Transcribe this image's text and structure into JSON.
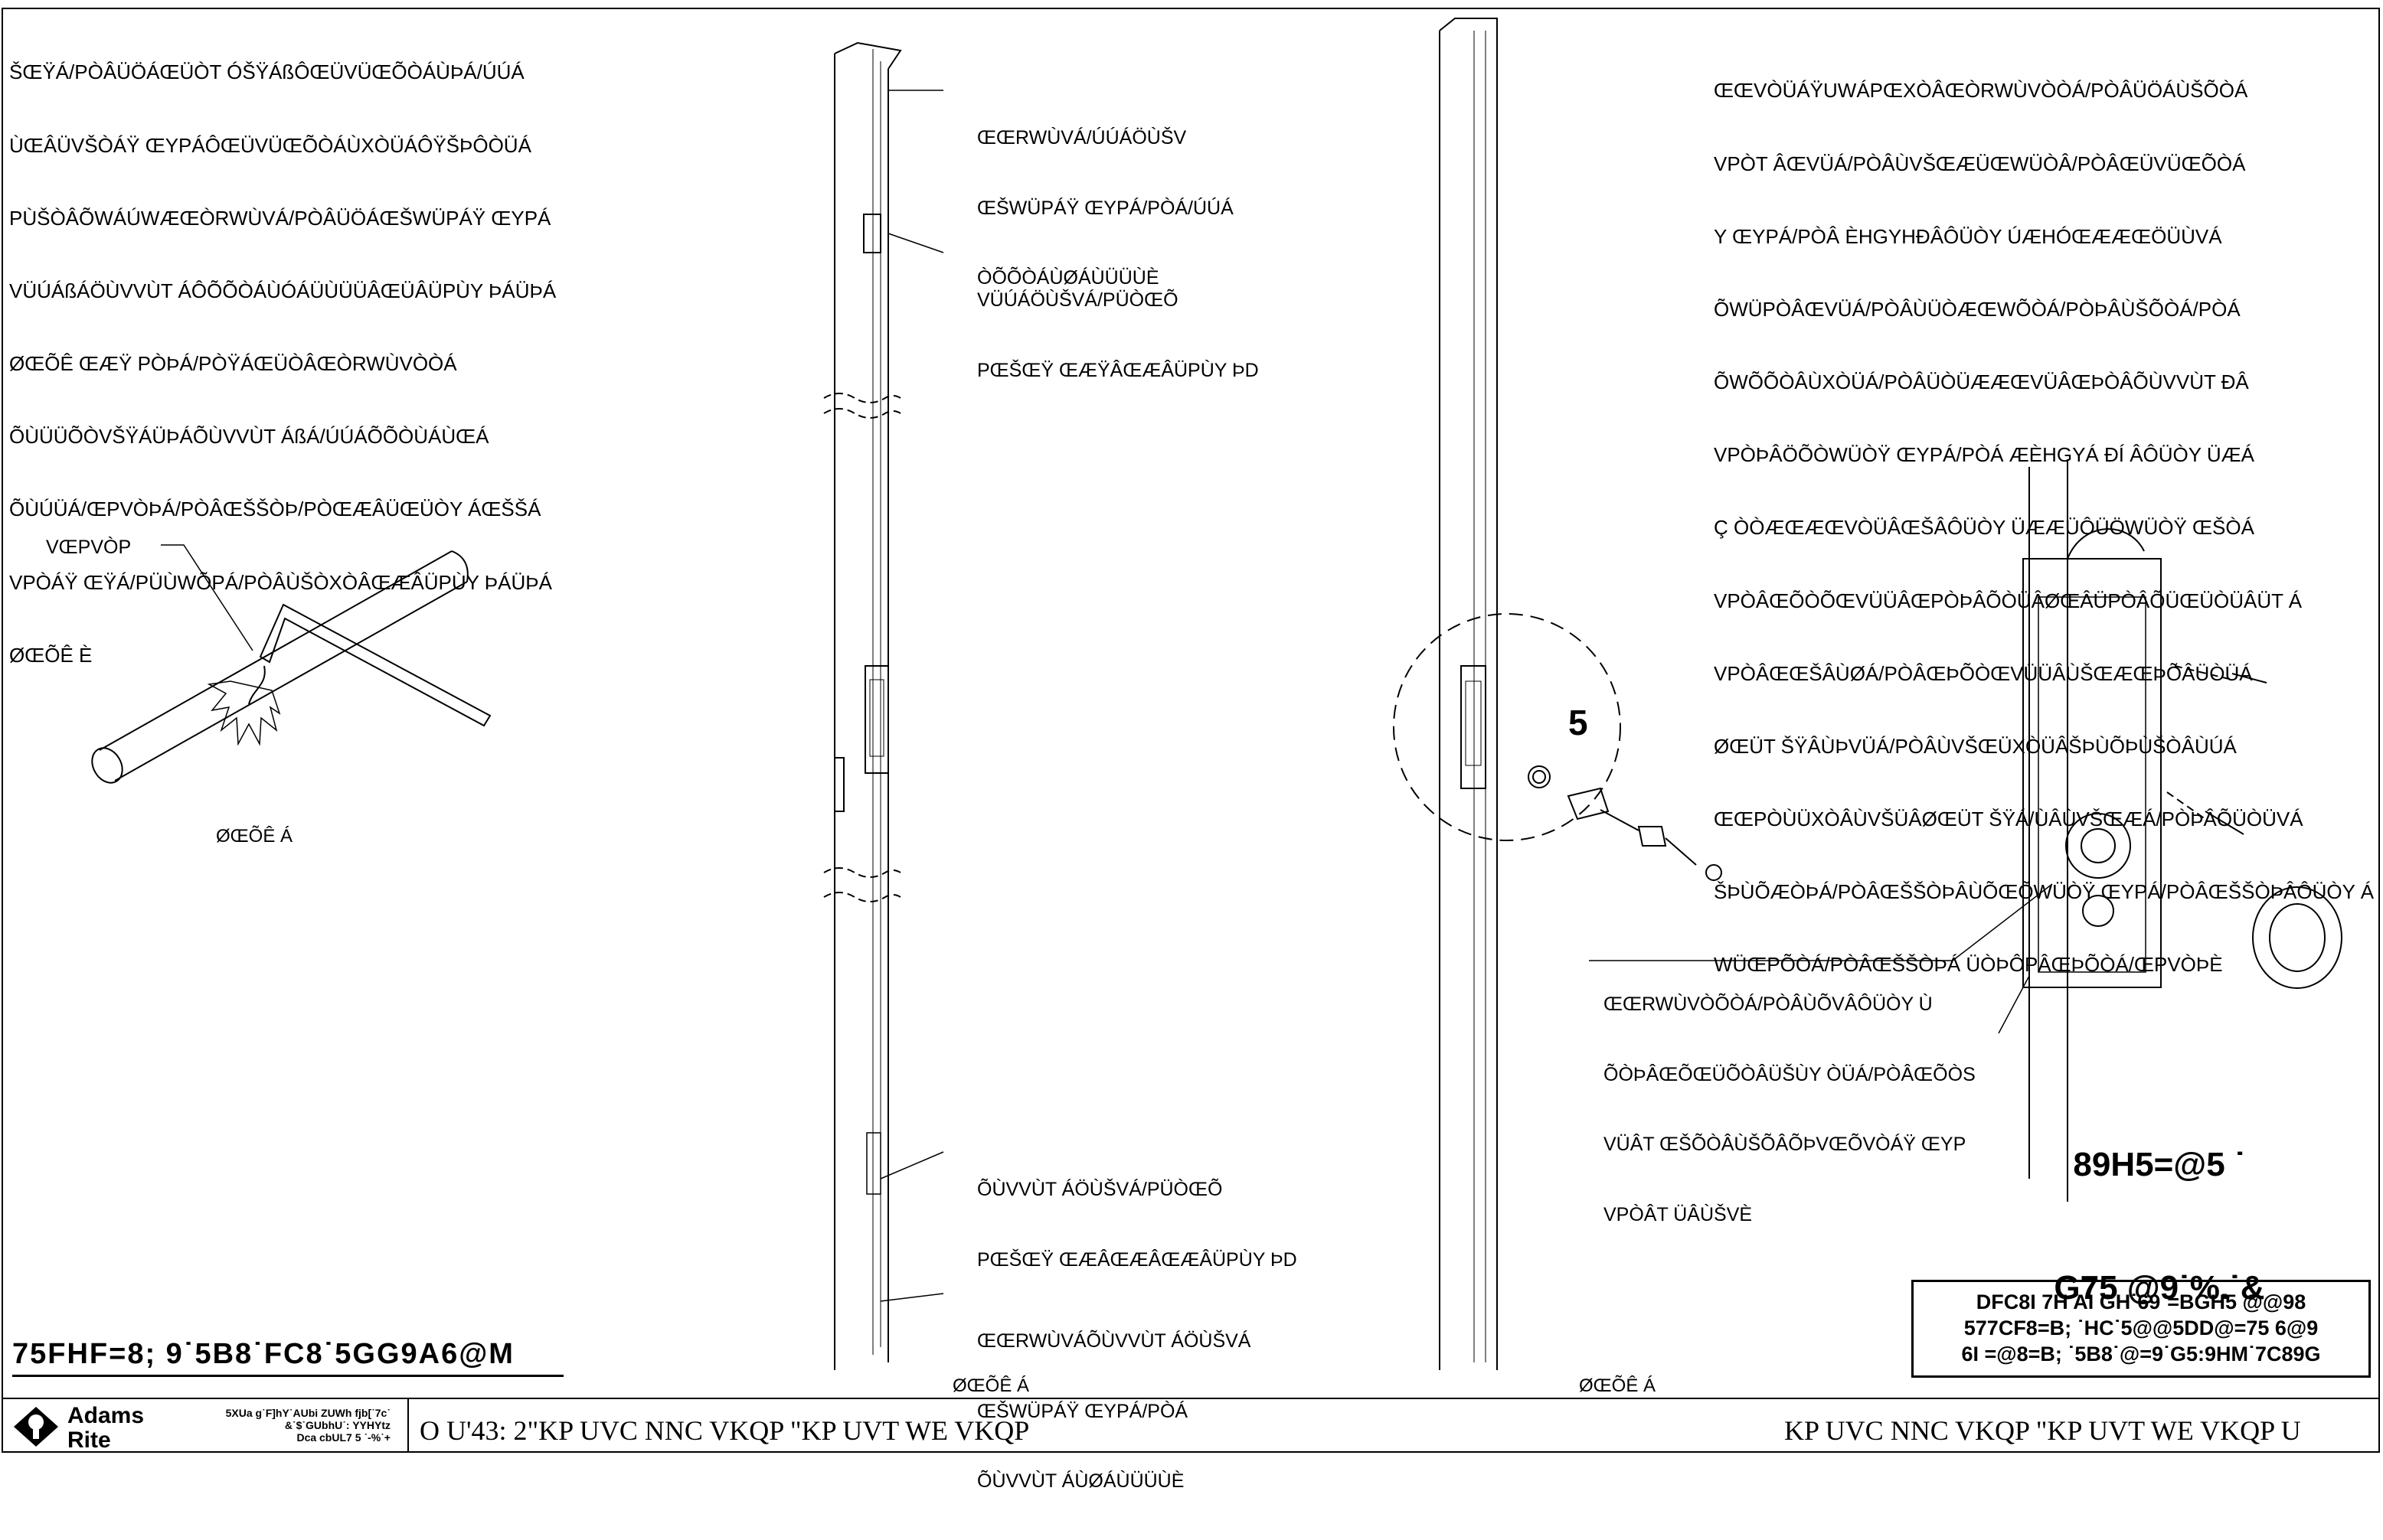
{
  "header": {
    "top_left_paragraph": [
      "ŠŒŸÁ/PÒÂÜÖÁŒÜÒT ÓŠŸÁßÔŒÜVÜŒÕÒÁÙÞÁ/ÚÚÁ",
      "ÙŒÂÜVŠÒÁŸ ŒYPÁÔŒÜVÜŒÕÒÁÙXÒÜÁÔŸŠÞÔÒÜÁ",
      "PÙŠÒÂÕWÁÚWÆŒÒRWÙVÁ/PÒÂÜÖÁŒŠWÜPÁŸ ŒYPÁ",
      "VÜÚÁßÁÖÙVVÙT ÁÔÕÕÒÁÙÓÁÜÙÜÜÂŒÜÂÜPÙY ÞÁÜÞÁ",
      "ØŒÕÊ ŒÆŸ PÒÞÁ/PÒŸÁŒÜÒÂŒÒRWÙVÒÒÁ",
      "ÕÙÜÜÕÒVŠŸÁÜÞÁÕÙVVÙT ÁßÁ/ÚÚÁÕÕÒÙÁÙŒÁ",
      "ÕÙÚÜÁ/ŒPVÒÞÁ/PÒÂŒŠŠÒÞ/PÒŒÆÂÜŒÜÒY ÁŒŠŠÁ",
      "VPÒÁŸ ŒŸÁ/PÜÙWÕPÁ/PÒÂÙŠÒXÒÂŒÆÂÜPÙY ÞÁÜÞÁ",
      "ØŒÕÊ È"
    ],
    "top_right_paragraph": [
      "ŒŒVÒÜÁŸUWÁPŒXÒÂŒÒRWÙVÒÒÁ/PÒÂÜÖÁÙŠÕÒÁ",
      "VPÒT ÂŒVÜÁ/PÒÂÙVŠŒÆÜŒWÜÒÂ/PÒÂŒÜVÜŒÕÒÁ",
      "Y ŒYPÁ/PÒÂ ÈHGYHÐÂÔÜÒY ÚÆHÓŒÆÆŒÖÜÙVÁ",
      "ÕWÜPÒÂŒVÜÁ/PÒÂÙÜÒÆŒWÕÒÁ/PÒÞÂÙŠÕÒÁ/PÒÁ",
      "ÕWÕÕÒÂÙXÒÜÁ/PÒÂÜÒÜÆÆŒVÜÂŒÞÒÂÕÙVVÙT ÐÂ",
      "VPÒÞÂÖÕÒWÜÒŸ ŒYPÁ/PÒÁ ÆÈHGYÁ ÐÍ ÂÔÜÒY ÜÆÁ",
      "Ç ÒÒÆŒÆŒVÒÜÂŒŠÂÔÜÒY ÜÆÆÜÔÜÖWÜÒŸ ŒŠÒÁ",
      "VPÒÂŒÕÒÕŒVÜÜÂŒPÒÞÂÕÒÜÂØŒÂÜPÒÂÕÜŒÜÒÜÂÜT Á",
      "VPÒÂŒŒŠÂÙØÁ/PÒÂŒÞÕÒŒVÜÜÂÙŠŒÆŒÞÕÂÜÒÜÁ",
      "ØŒÜT ŠŸÂÙÞVÜÁ/PÒÂÙVŠŒÜXÒÜÂŠÞÙÕÞÙŠÒÂÙÚÁ",
      "ŒŒPÒÙÜXÒÂÙVŠÜÂØŒÜT ŠŸÁ/ÙÂÙVŠŒÆÁ/PÒÞÂÕÜÒÜVÁ",
      "ŠÞÙÕÆÒÞÁ/PÒÂŒŠŠÒÞÂÙÕŒÕWÜÒŸ ŒYPÁ/PÒÂŒŠŠÒÞÂÔÜÒY Á",
      "WÜŒPÕÒÁ/PÒÂŒŠŠÒÞÁ ÜÒÞÔPÂŒÞÕÒÁ/ŒPVÒÞÈ"
    ]
  },
  "figure1": {
    "label_tool": "VŒPVÒP",
    "caption": "ØŒÕÊ Á"
  },
  "figure2": {
    "callout_top": [
      "ŒŒRWÙVÁ/ÚÚÁÖÙŠV",
      "ŒŠWÜPÁŸ ŒYPÁ/PÒÁ/ÚÚÁ",
      "ÒÕÕÒÁÙØÁÙÜÜÙÈ"
    ],
    "callout_mid": [
      "VÜÚÁÖÙŠVÁ/PÜÒŒÕ",
      "PŒŠŒŸ ŒÆŸÂŒÆÂÜPÙY ÞD"
    ],
    "callout_low": [
      "ÕÙVVÙT ÁÖÙŠVÁ/PÜÒŒÕ",
      "PŒŠŒŸ ŒÆÂŒÆÂŒÆÂÜPÙY ÞD"
    ],
    "callout_bot": [
      "ŒŒRWÙVÁÕÙVVÙT ÁÖÙŠVÁ",
      "ŒŠWÜPÁŸ ŒYPÁ/PÒÁ",
      "ÕÙVVÙT ÁÙØÁÙÜÜÙÈ"
    ],
    "caption": "ØŒÕÊ Á"
  },
  "figure3": {
    "detail_letter": "5",
    "callout_detail": [
      "ŒŒRWÙVÒÕÒÁ/PÒÂÙÕVÂÔÜÒY Ù",
      "ÕÒÞÂŒÕŒÜÕÒÂÜŠÙY ÒÜÁ/PÒÂŒÕÒS",
      "VÜÂT ŒŠÕÒÂÙŠÕÂÕÞVŒÕVÒÁŸ ŒYP",
      "VPÒÂT ÜÂÙŠVÈ"
    ],
    "caption": "ØŒÕÊ Á"
  },
  "detail_caption": [
    "89H5=@5 ˙",
    "G75 @9˙%.˙&"
  ],
  "cert_box": [
    "DFC8I 7H AI GH˙69˙=BGH5 @@98",
    "577CF8=B; ˙HC˙5@@5DD@=75 6@9",
    "6I =@8=B; ˙5B8˙@=9˙G5:9HM˙7C89G"
  ],
  "bottom_title": "75FHF=8; 9˙5B8˙FC8˙5GG9A6@M",
  "footer": {
    "brand_name": [
      "Adams",
      "Rite"
    ],
    "brand_sub": [
      "5XUa g˙F]hY˙AUbi ZUWh fjb[˙7c˙",
      "&˙$˙GUbhU˙: YYHYtz",
      "Dca cbUL7 5 ˙-%˙+"
    ],
    "doc_title": "O U'43: 2\"KP UVC NNC VKQP \"KP UVT WE VKQP",
    "doc_right": "KP UVC NNC VKQP \"KP UVT WE VKQP U"
  }
}
